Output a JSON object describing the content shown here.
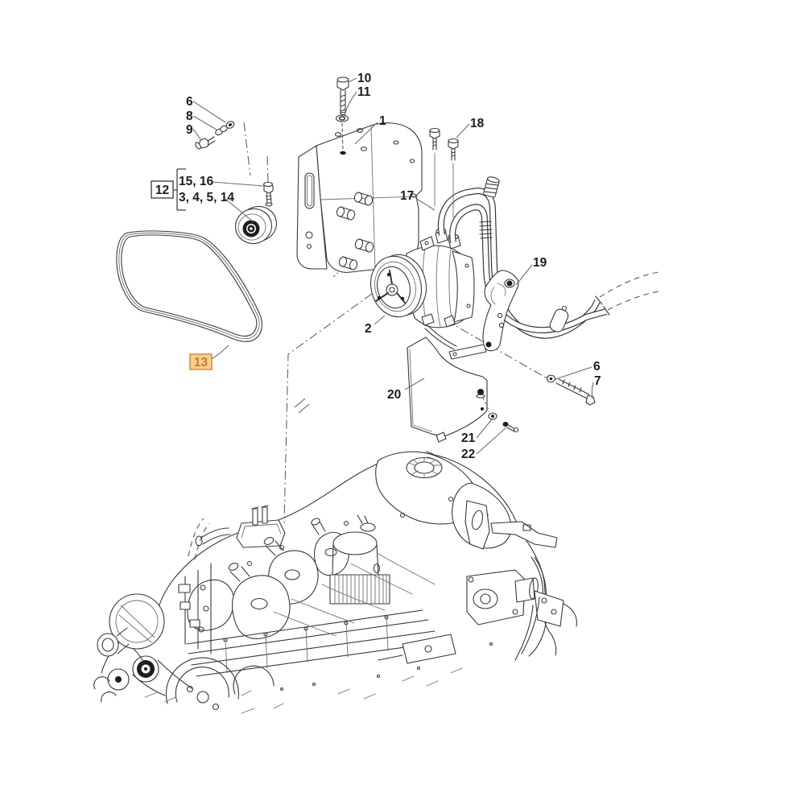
{
  "diagram": {
    "background": "#ffffff",
    "line_color": "#383838",
    "leader_color": "#6e6e6e",
    "highlight": {
      "fill": "#f8cf94",
      "border": "#d0862d",
      "text": "#c87d28"
    },
    "callouts": [
      {
        "id": "c10",
        "label": "10",
        "style": "plain"
      },
      {
        "id": "c11",
        "label": "11",
        "style": "plain"
      },
      {
        "id": "c1",
        "label": "1",
        "style": "plain"
      },
      {
        "id": "c6a",
        "label": "6",
        "style": "plain"
      },
      {
        "id": "c8",
        "label": "8",
        "style": "plain"
      },
      {
        "id": "c9",
        "label": "9",
        "style": "plain"
      },
      {
        "id": "c12",
        "label": "12",
        "style": "boxed"
      },
      {
        "id": "c15",
        "label": "15, 16",
        "style": "plain"
      },
      {
        "id": "c3",
        "label": "3, 4, 5, 14",
        "style": "plain"
      },
      {
        "id": "c13",
        "label": "13",
        "style": "highlighted"
      },
      {
        "id": "c17",
        "label": "17",
        "style": "plain"
      },
      {
        "id": "c18",
        "label": "18",
        "style": "plain"
      },
      {
        "id": "c19",
        "label": "19",
        "style": "plain"
      },
      {
        "id": "c2",
        "label": "2",
        "style": "plain"
      },
      {
        "id": "c20",
        "label": "20",
        "style": "plain"
      },
      {
        "id": "c21",
        "label": "21",
        "style": "plain"
      },
      {
        "id": "c22",
        "label": "22",
        "style": "plain"
      },
      {
        "id": "c6b",
        "label": "6",
        "style": "plain"
      },
      {
        "id": "c7",
        "label": "7",
        "style": "plain"
      }
    ]
  }
}
